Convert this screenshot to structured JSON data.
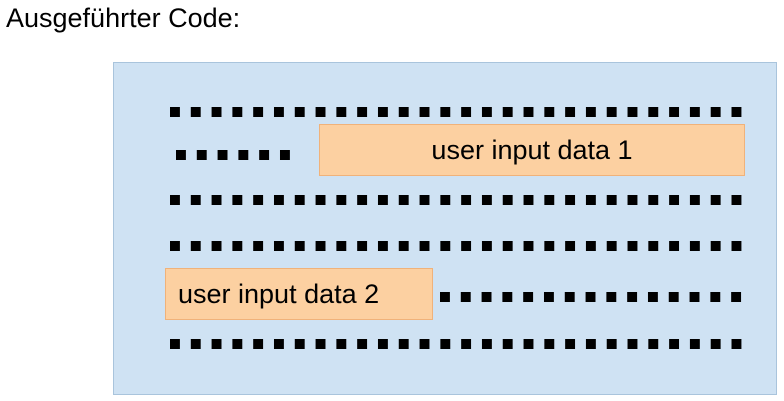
{
  "heading": "Ausgeführter Code:",
  "code_block": {
    "input_1": "user input data 1",
    "input_2": "user input data 2"
  },
  "colors": {
    "code_background": "#cfe2f3",
    "input_highlight": "#fcd0a1",
    "placeholder_dots": "#000000"
  }
}
